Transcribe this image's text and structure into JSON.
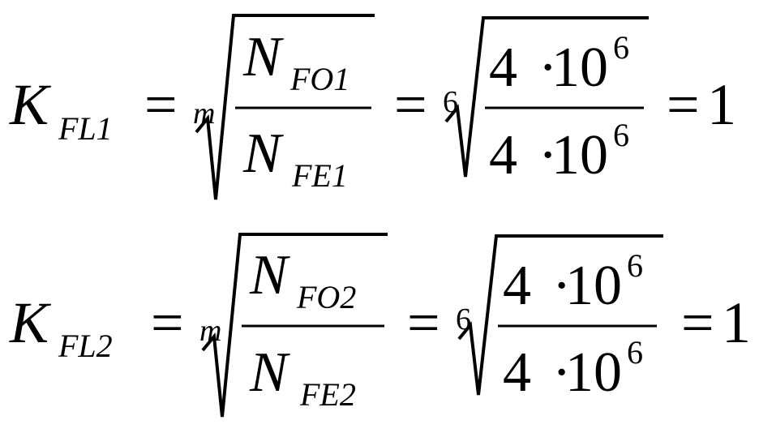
{
  "equations": [
    {
      "lhs": {
        "symbol": "K",
        "subscript": "FL1"
      },
      "eq1": "=",
      "root1": {
        "index": "m",
        "numerator": {
          "symbol": "N",
          "subscript": "FO1"
        },
        "denominator": {
          "symbol": "N",
          "subscript": "FE1"
        }
      },
      "eq2": "=",
      "root2": {
        "index": "6",
        "numerator": {
          "coef": "4",
          "dot": "·",
          "base": "10",
          "exp": "6"
        },
        "denominator": {
          "coef": "4",
          "dot": "·",
          "base": "10",
          "exp": "6"
        }
      },
      "eq3": "=",
      "result": "1"
    },
    {
      "lhs": {
        "symbol": "K",
        "subscript": "FL2"
      },
      "eq1": "=",
      "root1": {
        "index": "m",
        "numerator": {
          "symbol": "N",
          "subscript": "FO2"
        },
        "denominator": {
          "symbol": "N",
          "subscript": "FE2"
        }
      },
      "eq2": "=",
      "root2": {
        "index": "6",
        "numerator": {
          "coef": "4",
          "dot": "·",
          "base": "10",
          "exp": "6"
        },
        "denominator": {
          "coef": "4",
          "dot": "·",
          "base": "10",
          "exp": "6"
        }
      },
      "eq3": "=",
      "result": "1"
    }
  ]
}
